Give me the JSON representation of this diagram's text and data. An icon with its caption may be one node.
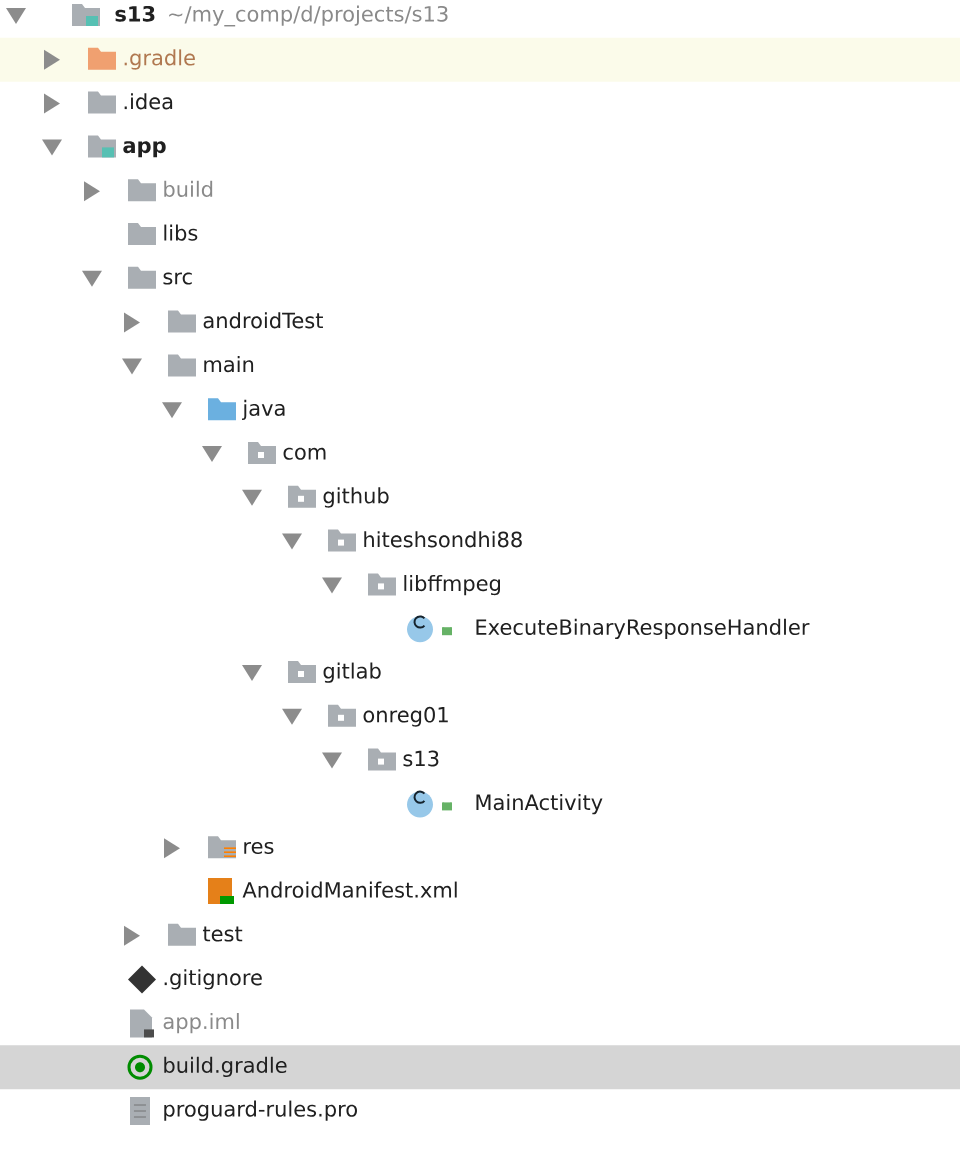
{
  "diagram": {
    "labels": [
      "s13",
      "~/my_comp/d/projects/s13",
      ".gradle",
      ".idea",
      "app",
      "build",
      "libs",
      "src",
      "androidTest",
      "main",
      "java",
      "com",
      "github",
      "hiteshsondhi88",
      "libffmpeg",
      "ExecuteBinaryResponseHandler",
      "gitlab",
      "onreg01",
      "s13",
      "MainActivity",
      "res",
      "AndroidManifest.xml",
      "test",
      ".gitignore",
      "app.iml",
      "build.gradle",
      "proguard-rules.pro"
    ]
  }
}
